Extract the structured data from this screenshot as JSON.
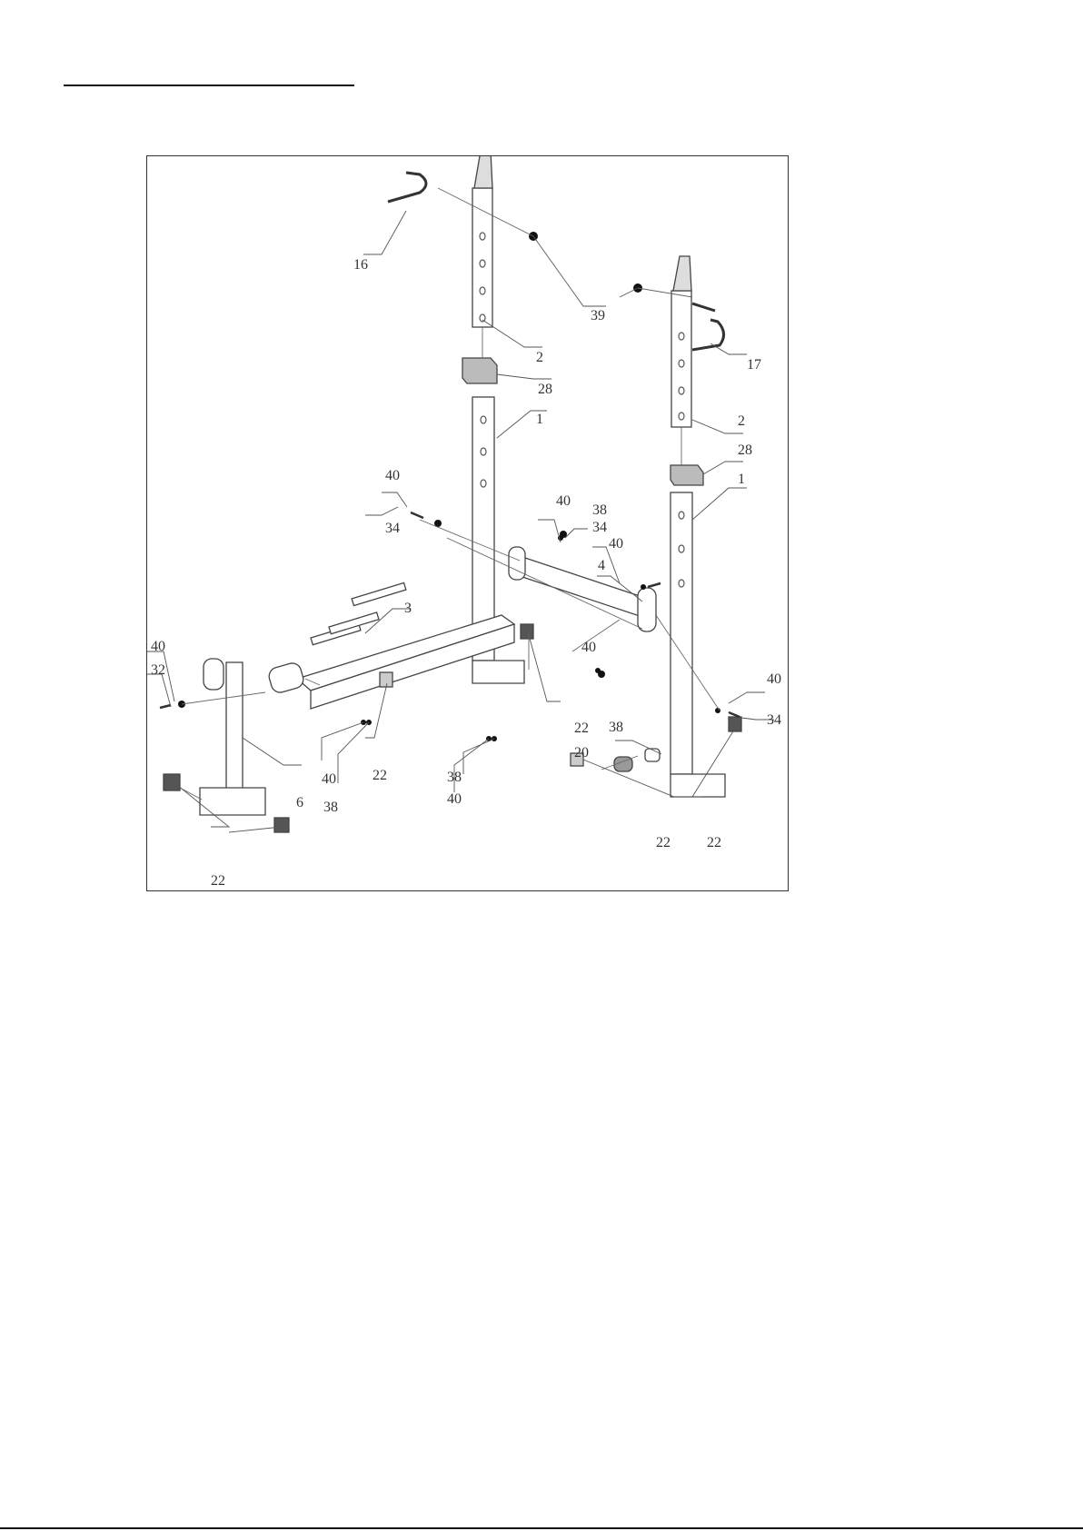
{
  "callouts": [
    "16",
    "39",
    "2",
    "17",
    "28",
    "1",
    "2",
    "28",
    "1",
    "40",
    "34",
    "40",
    "38",
    "34",
    "40",
    "4",
    "3",
    "40",
    "32",
    "40",
    "38",
    "22",
    "38",
    "40",
    "6",
    "22",
    "22",
    "38",
    "40",
    "20",
    "40",
    "34",
    "22",
    "22"
  ]
}
